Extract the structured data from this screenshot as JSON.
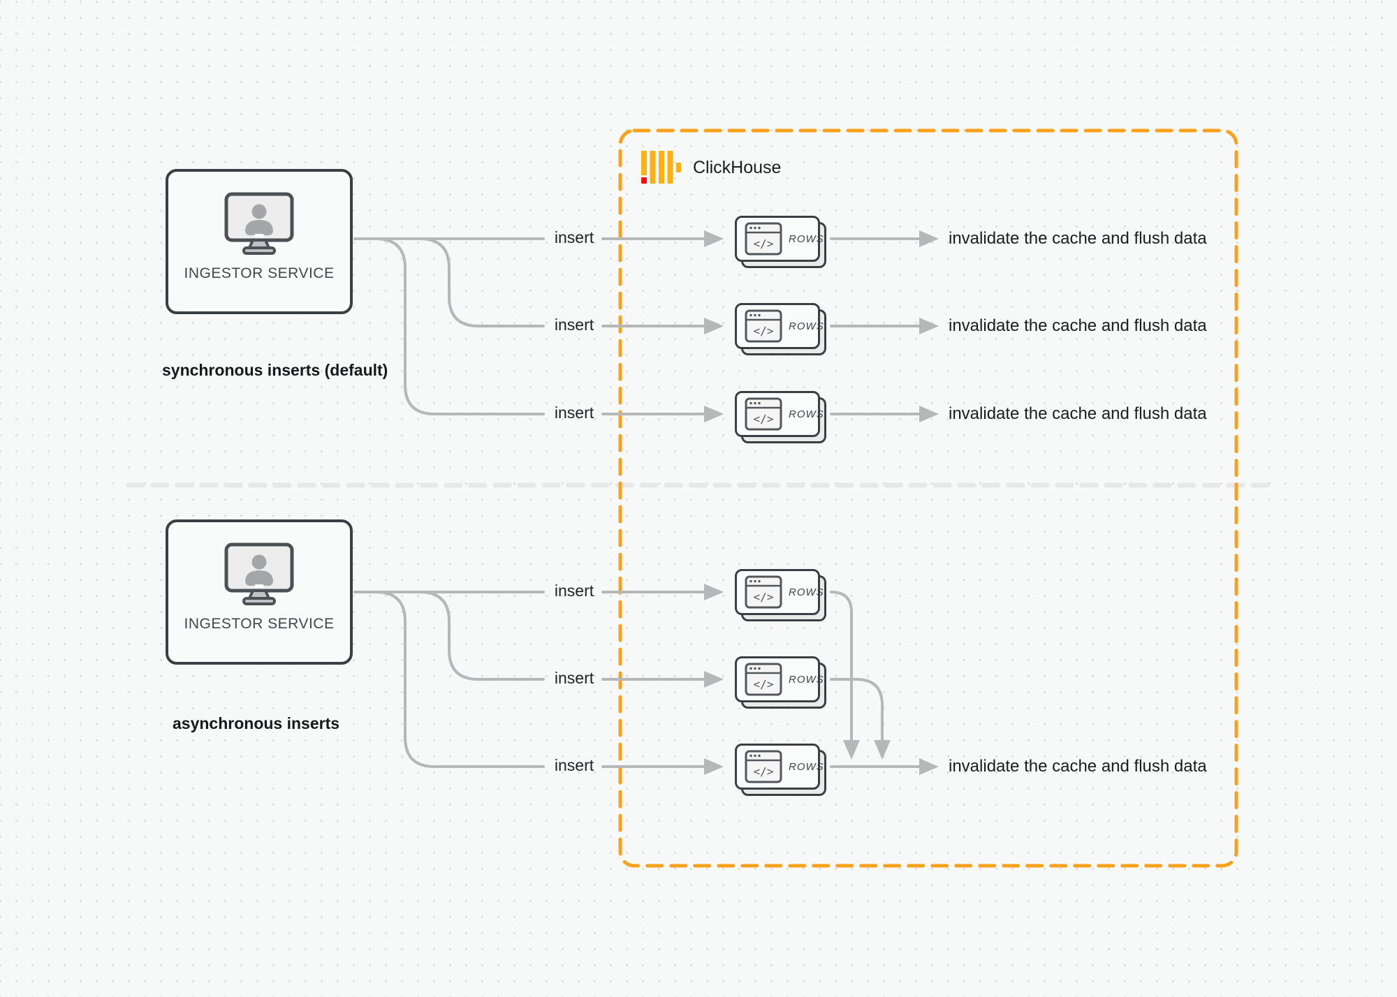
{
  "clickhouse_panel": {
    "title": "ClickHouse",
    "border_color": "#F9A11B",
    "logo_bar_color": "#FBB114",
    "logo_red_color": "#EC0E0E"
  },
  "sections": {
    "sync": {
      "caption": "synchronous inserts (default)",
      "service_label": "INGESTOR SERVICE"
    },
    "async": {
      "caption": "asynchronous inserts",
      "service_label": "INGESTOR SERVICE"
    }
  },
  "labels": {
    "insert": "insert",
    "rows": "ROWS",
    "invalidate": "invalidate the cache and flush data"
  },
  "icons": {
    "code_glyph": "</>"
  },
  "colors": {
    "connector_gray": "#b5b7b8",
    "border_dark": "#3a3f44",
    "text_dark": "#1d1f21",
    "divider_gray": "#e7e8e9",
    "background": "#f7f8f8",
    "dot_grid": "#dcddde"
  }
}
